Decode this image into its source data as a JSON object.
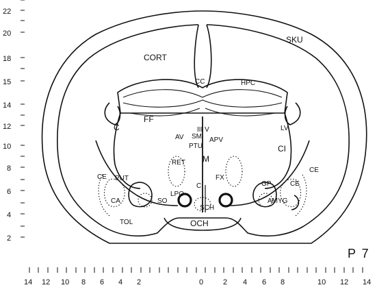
{
  "plate": {
    "label": "P 7"
  },
  "left_scale": [
    "22",
    "20",
    "18",
    "15",
    "14",
    "12",
    "10",
    "8",
    "6",
    "4",
    "2"
  ],
  "bottom_scale": [
    "14",
    "12",
    "10",
    "8",
    "6",
    "4",
    "2",
    "0",
    "2",
    "4",
    "6",
    "8",
    "10",
    "12",
    "14"
  ],
  "regions": {
    "skull": "SKU",
    "cortex": "CORT",
    "corpus_callosum": "CC",
    "hippocampus": "HPC",
    "fimbria_fornix": "FF",
    "caudate_left": "C",
    "third_ventricle": "III V",
    "lateral_ventricle": "LV",
    "anteroventral": "AV",
    "stria_medullaris": "SM",
    "anterior_paraventricular": "APV",
    "parataenial": "PTU",
    "reticular": "RET",
    "medial": "M",
    "internal_capsule": "CI",
    "external_capsule_left": "CE",
    "external_capsule_right": "CE",
    "external_capsule_right_upper": "CE",
    "putamen": "PUT",
    "claustrum_amygdala": "CA",
    "globus_pallidus": "GP",
    "lateral_preoptic": "LPO",
    "column_fornix": "C",
    "fornix": "FX",
    "supraoptic": "SO",
    "suprachiasmatic": "SCH",
    "amygdala": "AMYG",
    "olfactory_tubercle": "TOL",
    "optic_chiasm": "OCH"
  }
}
